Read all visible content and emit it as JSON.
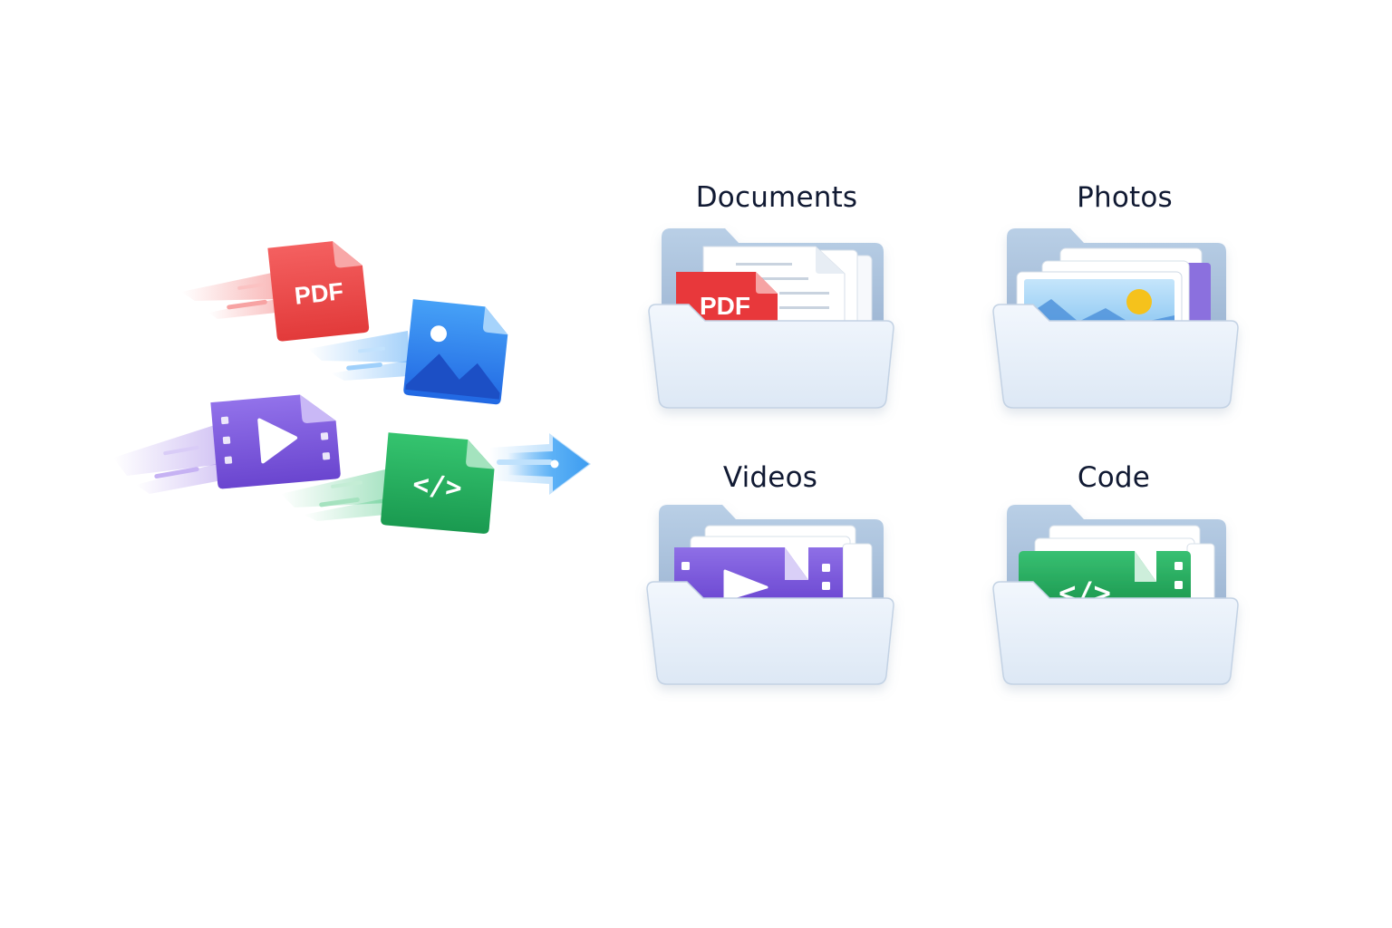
{
  "incoming_files": [
    {
      "kind": "pdf",
      "label": "PDF",
      "icon": "pdf-file-icon",
      "color": "#ef4444"
    },
    {
      "kind": "image",
      "label": "",
      "icon": "image-file-icon",
      "color": "#2f7bf0"
    },
    {
      "kind": "video",
      "label": "",
      "icon": "video-file-icon",
      "color": "#7a52d9"
    },
    {
      "kind": "code",
      "label": "</>",
      "icon": "code-file-icon",
      "color": "#21a45a"
    }
  ],
  "folders": [
    {
      "name": "Documents",
      "icon": "documents-folder-icon",
      "badge": "PDF",
      "accent": "#ef4444"
    },
    {
      "name": "Photos",
      "icon": "photos-folder-icon",
      "accent": "#2f7bf0"
    },
    {
      "name": "Videos",
      "icon": "videos-folder-icon",
      "accent": "#7a52d9"
    },
    {
      "name": "Code",
      "icon": "code-folder-icon",
      "badge": "</>",
      "accent": "#21a45a"
    }
  ],
  "arrow": {
    "icon": "arrow-right-icon",
    "color": "#49a8f5"
  }
}
